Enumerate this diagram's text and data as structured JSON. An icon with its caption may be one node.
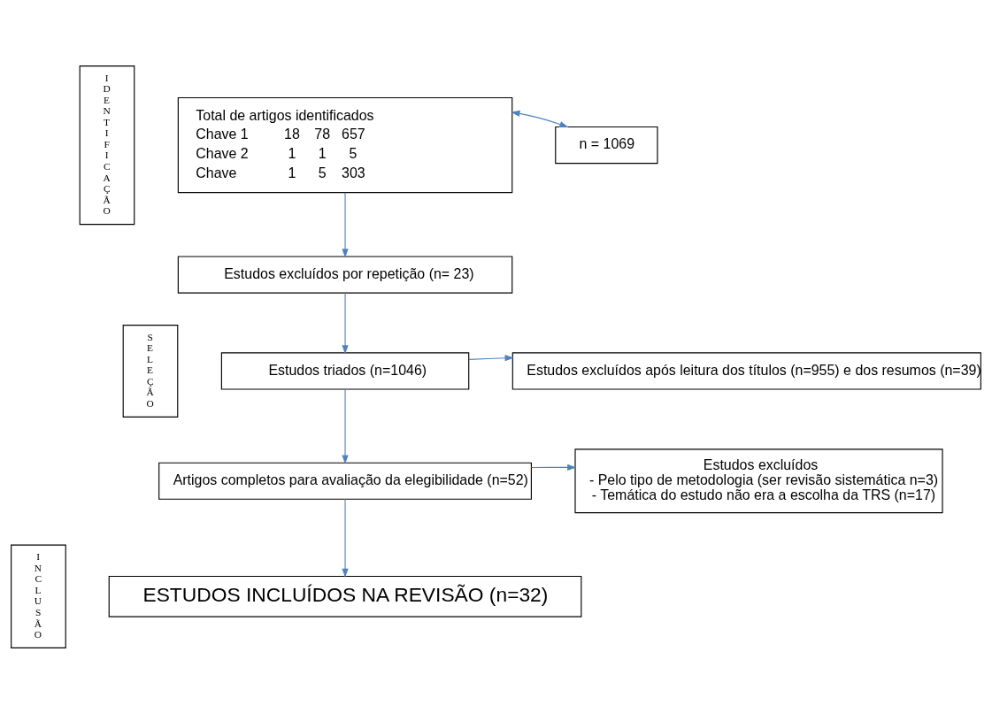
{
  "diagram": {
    "nodes": [
      {
        "text": [
          "IDENTIFICAÇÃO"
        ]
      },
      {
        "text": [
          "Total de artigos identificados",
          "Chave 1",
          "18",
          "78",
          "657",
          "Chave 2",
          "1",
          "1",
          "5",
          "Chave",
          "1",
          "5",
          "303"
        ]
      },
      {
        "text": [
          "n = 1069"
        ]
      },
      {
        "text": [
          "Estudos excluídos por repetição (n= 23)"
        ]
      },
      {
        "text": [
          "SELEÇÃO"
        ]
      },
      {
        "text": [
          "Estudos triados (n=1046)"
        ]
      },
      {
        "text": [
          "Estudos excluídos após leitura dos títulos (n=955) e dos resumos (n=39)"
        ]
      },
      {
        "text": [
          "Artigos completos para avaliação da elegibilidade (n=52)"
        ]
      },
      {
        "text": [
          "Estudos excluídos",
          "- Pelo tipo de metodologia (ser revisão sistemática n=3)",
          "- Temática do estudo não era a escolha da TRS (n=17)"
        ]
      },
      {
        "text": [
          "INCLUSÃO"
        ]
      },
      {
        "text": [
          "ESTUDOS INCLUÍDOS NA REVISÃO (n=32)"
        ]
      }
    ],
    "edges": [
      {
        "from": 1,
        "to": 2,
        "arrow": "both"
      },
      {
        "from": 1,
        "to": 3,
        "arrow": "to"
      },
      {
        "from": 3,
        "to": 5,
        "arrow": "to"
      },
      {
        "from": 5,
        "to": 6,
        "arrow": "to"
      },
      {
        "from": 5,
        "to": 7,
        "arrow": "to"
      },
      {
        "from": 7,
        "to": 8,
        "arrow": "to"
      },
      {
        "from": 7,
        "to": 10,
        "arrow": "to"
      }
    ]
  }
}
